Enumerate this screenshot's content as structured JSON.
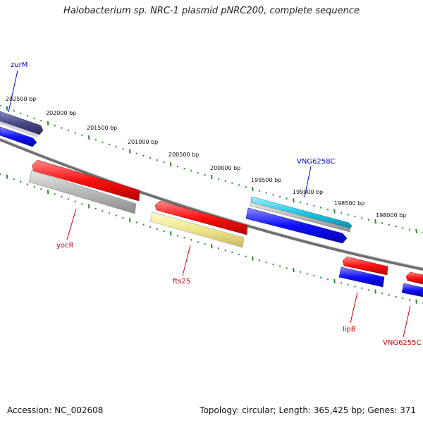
{
  "title": "Halobacterium sp. NRC-1 plasmid pNRC200, complete sequence",
  "footer": {
    "accession": "Accession: NC_002608",
    "summary": "Topology: circular; Length: 365,425 bp; Genes: 371"
  },
  "colors": {
    "backbone": "#7a7a7a",
    "tick": "#2e8b2e",
    "forward_label": "#0000cc",
    "reverse_label": "#cc0000",
    "red": "#ff1010",
    "blue": "#1010ff",
    "gray": "#b8b8b8",
    "navy": "#4a4a8a",
    "cyan": "#22c8e8",
    "khaki": "#f0e68c"
  },
  "ticks": [
    {
      "label": "202500 bp"
    },
    {
      "label": "202000 bp"
    },
    {
      "label": "201500 bp"
    },
    {
      "label": "201000 bp"
    },
    {
      "label": "200500 bp"
    },
    {
      "label": "200000 bp"
    },
    {
      "label": "199500 bp"
    },
    {
      "label": "199000 bp"
    },
    {
      "label": "198500 bp"
    },
    {
      "label": "198000 bp"
    }
  ],
  "gene_labels": [
    {
      "name": "zurM",
      "strand": "forward"
    },
    {
      "name": "VNG6258C",
      "strand": "forward"
    },
    {
      "name": "yocR",
      "strand": "reverse"
    },
    {
      "name": "fts25",
      "strand": "reverse"
    },
    {
      "name": "lipB",
      "strand": "reverse"
    },
    {
      "name": "VNG6255C",
      "strand": "reverse"
    }
  ],
  "features": [
    {
      "name": "zurM-gene-block",
      "color": "navy"
    },
    {
      "name": "forward-gene-block-1",
      "color": "blue"
    },
    {
      "name": "VNG6258C-gene-block",
      "color": "cyan"
    },
    {
      "name": "forward-gene-block-2",
      "color": "gray"
    },
    {
      "name": "forward-gene-block-3",
      "color": "blue"
    },
    {
      "name": "yocR-gene-block",
      "color": "red"
    },
    {
      "name": "reverse-gene-block-1",
      "color": "gray"
    },
    {
      "name": "fts25-gene-block",
      "color": "red"
    },
    {
      "name": "reverse-gene-block-2",
      "color": "khaki"
    },
    {
      "name": "lipB-gene-block",
      "color": "red"
    },
    {
      "name": "reverse-gene-block-3",
      "color": "blue"
    },
    {
      "name": "VNG6255C-gene-block-red",
      "color": "red"
    },
    {
      "name": "VNG6255C-gene-block-blue",
      "color": "blue"
    }
  ]
}
